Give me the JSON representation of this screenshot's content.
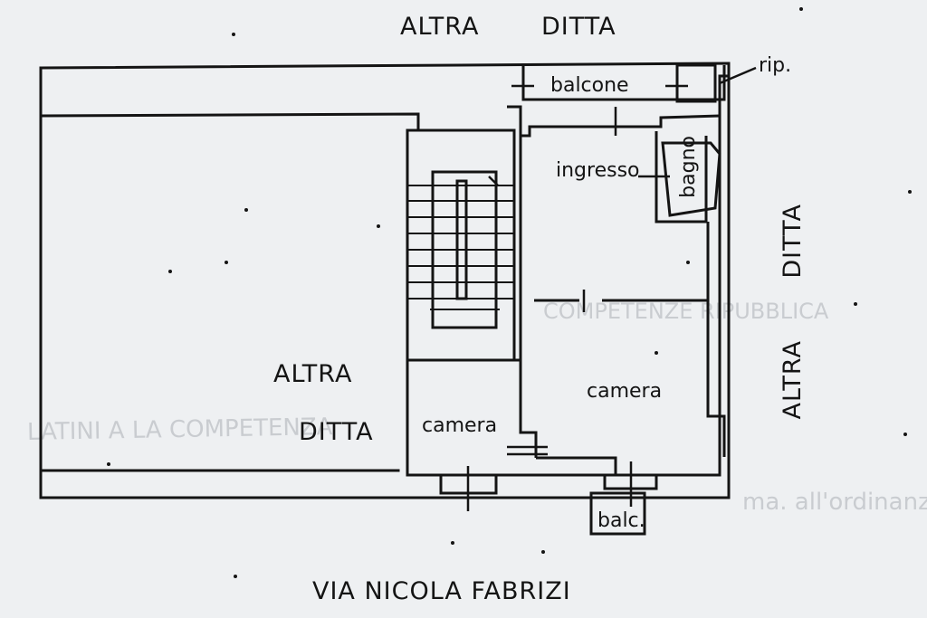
{
  "plan": {
    "labels": {
      "top_left": "ALTRA",
      "top_right": "DITTA",
      "balcone": "balcone",
      "rip": "rip.",
      "ingresso": "ingresso",
      "bagno": "bagno",
      "right_upper": "DITTA",
      "right_lower": "ALTRA",
      "left_altra": "ALTRA",
      "left_ditta": "DITTA",
      "camera_center": "camera",
      "camera_left": "camera",
      "balc": "balc.",
      "street": "VIA NICOLA FABRIZI"
    }
  },
  "background_stamp": {
    "line1": "LATINI A LA COMPETENZA",
    "line2": "ma. all'ordinanza",
    "line3": "COMPETENZE RIPUBBLICA"
  },
  "colors": {
    "ink": "#141414",
    "paper": "#eef0f2",
    "faded": "#c9ccd0"
  }
}
